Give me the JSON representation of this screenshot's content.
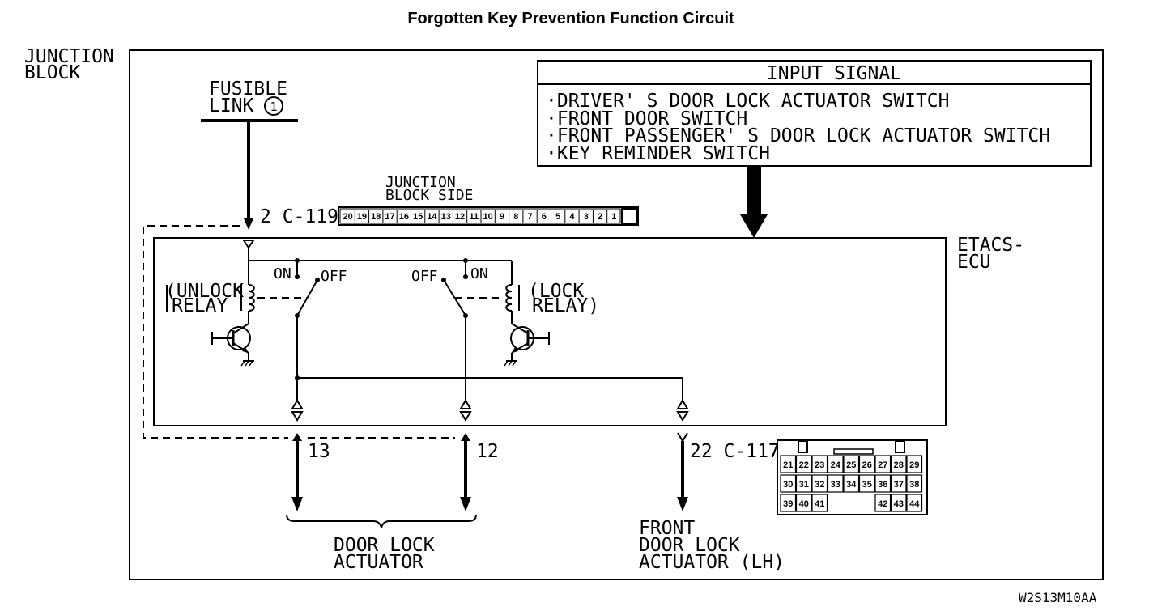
{
  "title": "Forgotten Key Prevention Function Circuit",
  "junction_block": {
    "line1": "JUNCTION",
    "line2": "BLOCK"
  },
  "fusible_link": {
    "line1": "FUSIBLE",
    "line2": "LINK",
    "number": "1"
  },
  "connector_c119": {
    "label": "2 C-119",
    "side_line1": "JUNCTION",
    "side_line2": "BLOCK SIDE",
    "pins": [
      "20",
      "19",
      "18",
      "17",
      "16",
      "15",
      "14",
      "13",
      "12",
      "11",
      "10",
      "9",
      "8",
      "7",
      "6",
      "5",
      "4",
      "3",
      "2",
      "1"
    ]
  },
  "input_signal": {
    "header": "INPUT SIGNAL",
    "items": [
      "·DRIVER' S DOOR LOCK ACTUATOR SWITCH",
      "·FRONT DOOR SWITCH",
      "·FRONT PASSENGER' S DOOR LOCK ACTUATOR SWITCH",
      "·KEY REMINDER SWITCH"
    ]
  },
  "ecu": {
    "line1": "ETACS-",
    "line2": "ECU"
  },
  "unlock_relay": {
    "line1": "(UNLOCK",
    "line2": "RELAY"
  },
  "lock_relay": {
    "line1": "(LOCK",
    "line2": "RELAY)"
  },
  "switch_labels": {
    "on": "ON",
    "off": "OFF"
  },
  "terminals": {
    "t13": "13",
    "t12": "12",
    "c117": "22 C-117"
  },
  "connector_c117": {
    "rows": [
      [
        "21",
        "22",
        "23",
        "24",
        "25",
        "26",
        "27",
        "28",
        "29"
      ],
      [
        "30",
        "31",
        "32",
        "33",
        "34",
        "35",
        "36",
        "37",
        "38"
      ],
      [
        "39",
        "40",
        "41",
        "",
        "",
        "",
        "",
        "42",
        "43",
        "44"
      ]
    ]
  },
  "door_lock_actuator": {
    "line1": "DOOR LOCK",
    "line2": "ACTUATOR"
  },
  "front_door_lock_actuator": {
    "line1": "FRONT",
    "line2": "DOOR LOCK",
    "line3": "ACTUATOR (LH)"
  },
  "figure_code": "W2S13M10AA"
}
